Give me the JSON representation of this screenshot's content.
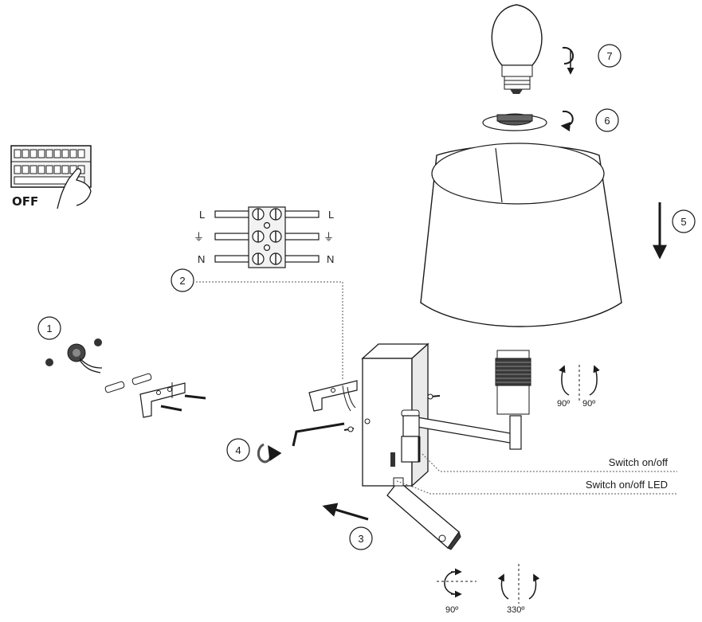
{
  "breaker_label": "OFF",
  "step_numbers": [
    "1",
    "2",
    "3",
    "4",
    "5",
    "6",
    "7"
  ],
  "terminal_labels": {
    "left": [
      "L",
      "⏚",
      "N"
    ],
    "right": [
      "L",
      "⏚",
      "N"
    ]
  },
  "callouts": {
    "switch": "Switch on/off",
    "switch_led": "Switch on/off LED"
  },
  "angles": {
    "arm_left": "90º",
    "arm_right": "90º",
    "spot_horizontal": "90º",
    "spot_vertical": "330º"
  }
}
